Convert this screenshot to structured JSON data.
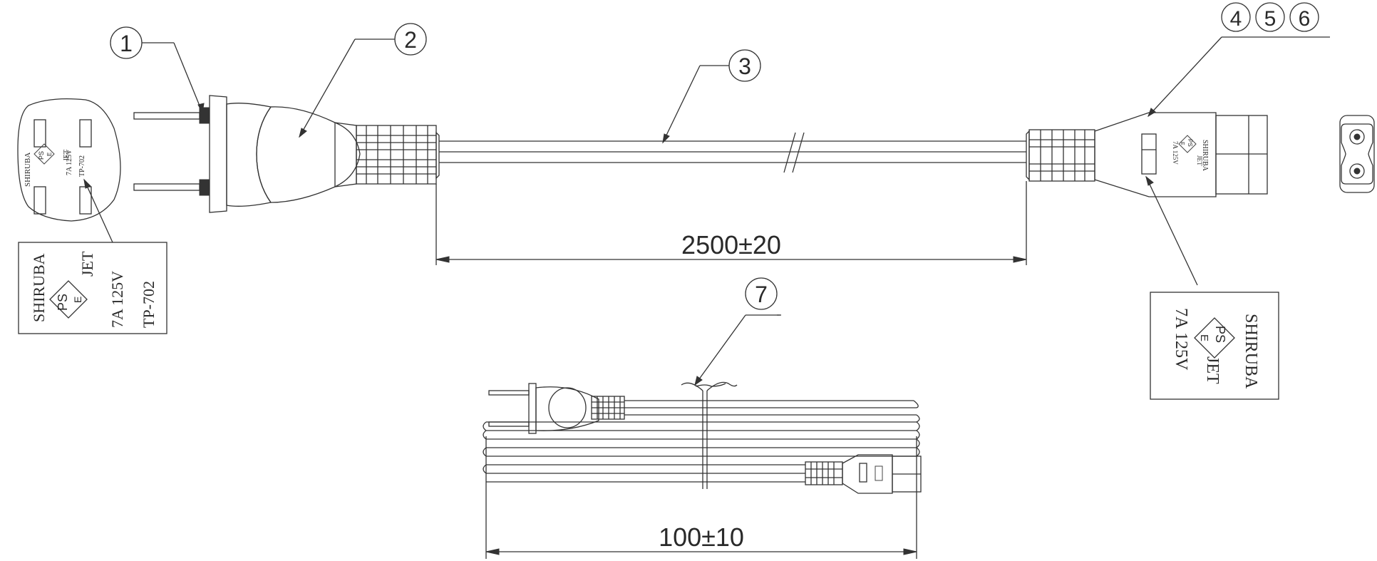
{
  "callouts": [
    "1",
    "2",
    "3",
    "4",
    "5",
    "6",
    "7"
  ],
  "dimensions": {
    "cord_length": "2500±20",
    "bundle_length": "100±10"
  },
  "plug_marking": {
    "brand": "SHIRUBA",
    "mark_top": "PS",
    "mark_bottom": "E",
    "cert": "JET",
    "rating": "7A 125V",
    "model": "TP-702"
  },
  "connector_marking": {
    "brand": "SHIRUBA",
    "mark_top": "PS",
    "mark_bottom": "E",
    "cert": "JET",
    "rating": "7A 125V"
  },
  "colors": {
    "line": "#333333",
    "background": "#ffffff"
  }
}
